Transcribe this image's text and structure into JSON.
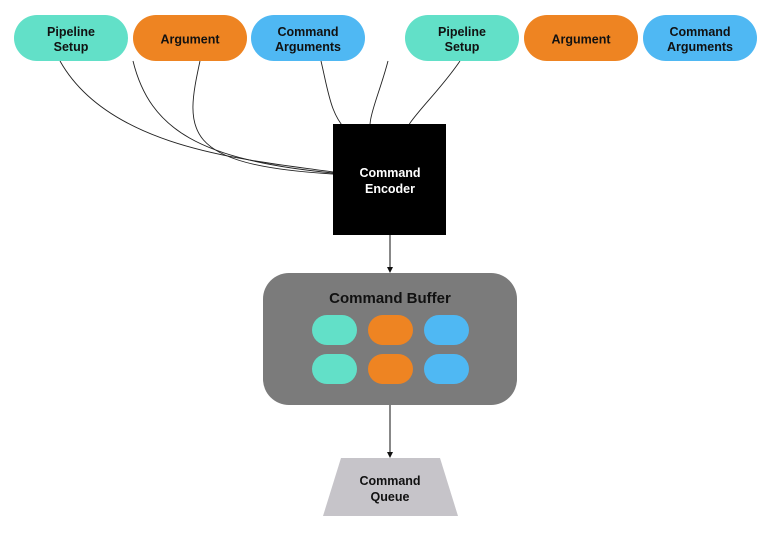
{
  "colors": {
    "pipeline": "#62e0c8",
    "argument": "#ee8422",
    "command_arguments": "#4fb8f3",
    "encoder": "#000000",
    "buffer": "#7b7b7b",
    "queue": "#c6c4c9"
  },
  "inputs": [
    {
      "lines": [
        "Pipeline",
        "Setup"
      ],
      "kind": "pipeline"
    },
    {
      "lines": [
        "Argument"
      ],
      "kind": "argument"
    },
    {
      "lines": [
        "Command",
        "Arguments"
      ],
      "kind": "command_arguments"
    },
    {
      "lines": [
        "Pipeline",
        "Setup"
      ],
      "kind": "pipeline"
    },
    {
      "lines": [
        "Argument"
      ],
      "kind": "argument"
    },
    {
      "lines": [
        "Command",
        "Arguments"
      ],
      "kind": "command_arguments"
    }
  ],
  "encoder": {
    "lines": [
      "Command",
      "Encoder"
    ]
  },
  "buffer": {
    "title": "Command Buffer",
    "rows": [
      [
        "pipeline",
        "argument",
        "command_arguments"
      ],
      [
        "pipeline",
        "argument",
        "command_arguments"
      ]
    ]
  },
  "queue": {
    "lines": [
      "Command",
      "Queue"
    ]
  }
}
